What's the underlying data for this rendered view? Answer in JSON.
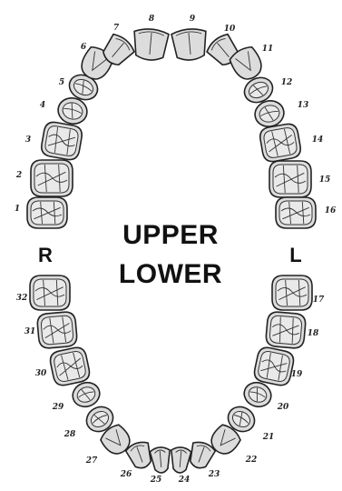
{
  "labels": {
    "upper": "UPPER",
    "lower": "LOWER",
    "right": "R",
    "left": "L"
  },
  "teeth": [
    {
      "num": "1",
      "kind": "molar"
    },
    {
      "num": "2",
      "kind": "molar"
    },
    {
      "num": "3",
      "kind": "molar"
    },
    {
      "num": "4",
      "kind": "premolar"
    },
    {
      "num": "5",
      "kind": "premolar"
    },
    {
      "num": "6",
      "kind": "canine"
    },
    {
      "num": "7",
      "kind": "incisor"
    },
    {
      "num": "8",
      "kind": "incisor"
    },
    {
      "num": "9",
      "kind": "incisor"
    },
    {
      "num": "10",
      "kind": "incisor"
    },
    {
      "num": "11",
      "kind": "canine"
    },
    {
      "num": "12",
      "kind": "premolar"
    },
    {
      "num": "13",
      "kind": "premolar"
    },
    {
      "num": "14",
      "kind": "molar"
    },
    {
      "num": "15",
      "kind": "molar"
    },
    {
      "num": "16",
      "kind": "molar"
    },
    {
      "num": "17",
      "kind": "molar"
    },
    {
      "num": "18",
      "kind": "molar"
    },
    {
      "num": "19",
      "kind": "molar"
    },
    {
      "num": "20",
      "kind": "premolar"
    },
    {
      "num": "21",
      "kind": "premolar"
    },
    {
      "num": "22",
      "kind": "canine"
    },
    {
      "num": "23",
      "kind": "incisor"
    },
    {
      "num": "24",
      "kind": "incisor"
    },
    {
      "num": "25",
      "kind": "incisor"
    },
    {
      "num": "26",
      "kind": "incisor"
    },
    {
      "num": "27",
      "kind": "canine"
    },
    {
      "num": "28",
      "kind": "premolar"
    },
    {
      "num": "29",
      "kind": "premolar"
    },
    {
      "num": "30",
      "kind": "molar"
    },
    {
      "num": "31",
      "kind": "molar"
    },
    {
      "num": "32",
      "kind": "molar"
    }
  ]
}
